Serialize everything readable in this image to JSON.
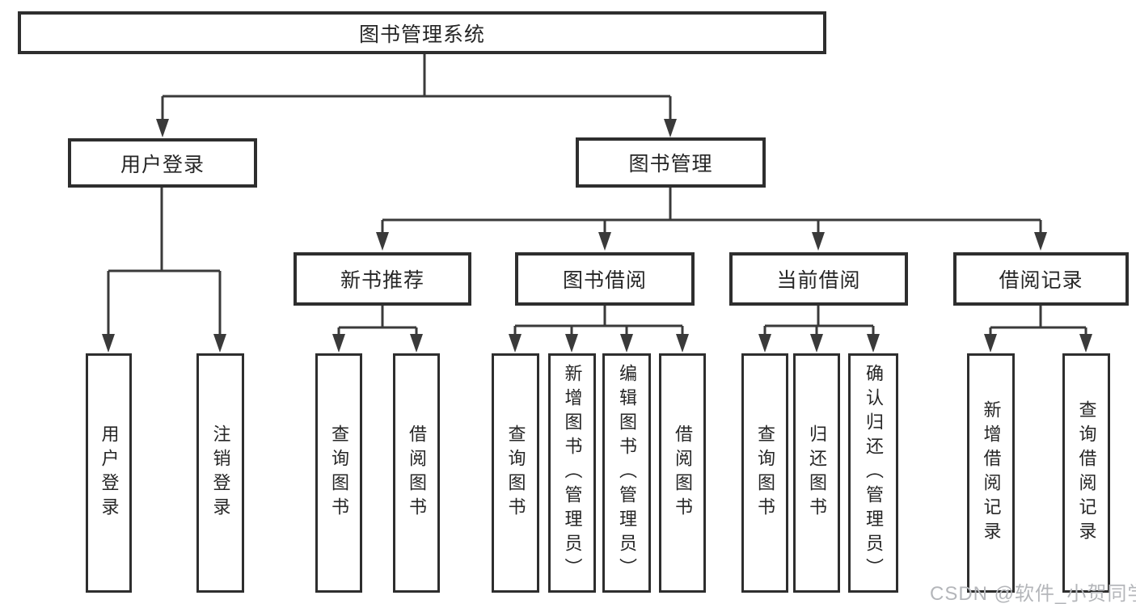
{
  "diagram": {
    "title": "图书管理系统",
    "root": {
      "label": "图书管理系统"
    },
    "level2": [
      {
        "label": "用户登录"
      },
      {
        "label": "图书管理"
      }
    ],
    "level3": [
      {
        "label": "新书推荐"
      },
      {
        "label": "图书借阅"
      },
      {
        "label": "当前借阅"
      },
      {
        "label": "借阅记录"
      }
    ],
    "leaves": {
      "user_login": [
        "用户登录",
        "注销登录"
      ],
      "new_book": [
        "查询图书",
        "借阅图书"
      ],
      "borrow": [
        "查询图书",
        "新增图书（管理员）",
        "编辑图书（管理员）",
        "借阅图书"
      ],
      "current": [
        "查询图书",
        "归还图书",
        "确认归还（管理员）"
      ],
      "records": [
        "新增借阅记录",
        "查询借阅记录"
      ]
    }
  },
  "watermark": "CSDN @软件_小贺同学",
  "colors": {
    "line": "#3a3a3a",
    "border": "#2e2e2e",
    "text": "#262626",
    "watermark": "#b4b6ba",
    "background": "#ffffff"
  }
}
